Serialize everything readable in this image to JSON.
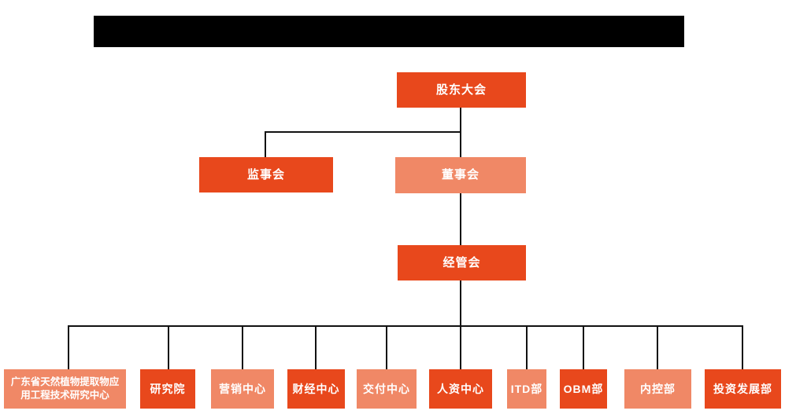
{
  "page": {
    "background": "#ffffff"
  },
  "colors": {
    "primary_orange": "#E8481C",
    "light_orange": "#F08866",
    "connector_line": "#111111",
    "node_text": "#ffffff",
    "redacted_bar": "#000000"
  },
  "header": {
    "redacted_title_bar": {
      "color": "#000000",
      "note": "solid black bar, no visible text"
    }
  },
  "org_chart": {
    "nodes": {
      "shareholders": {
        "label": "股东大会",
        "level": 1,
        "color": "#E8481C"
      },
      "supervisory": {
        "label": "监事会",
        "level": 2,
        "color": "#E8481C"
      },
      "board": {
        "label": "董事会",
        "level": 2,
        "color": "#F08866"
      },
      "management": {
        "label": "经管会",
        "level": 3,
        "color": "#E8481C"
      },
      "research_center": {
        "label": "广东省天然植物提取物应\n用工程技术研究中心",
        "level": 4,
        "color": "#F08866"
      },
      "research_institute": {
        "label": "研究院",
        "level": 4,
        "color": "#E8481C"
      },
      "marketing": {
        "label": "营销中心",
        "level": 4,
        "color": "#F08866"
      },
      "finance": {
        "label": "财经中心",
        "level": 4,
        "color": "#E8481C"
      },
      "delivery": {
        "label": "交付中心",
        "level": 4,
        "color": "#F08866"
      },
      "hr": {
        "label": "人资中心",
        "level": 4,
        "color": "#E8481C"
      },
      "itd": {
        "label": "ITD部",
        "level": 4,
        "color": "#F08866"
      },
      "obm": {
        "label": "OBM部",
        "level": 4,
        "color": "#E8481C"
      },
      "internal_control": {
        "label": "内控部",
        "level": 4,
        "color": "#F08866"
      },
      "investment": {
        "label": "投资发展部",
        "level": 4,
        "color": "#E8481C"
      }
    }
  }
}
